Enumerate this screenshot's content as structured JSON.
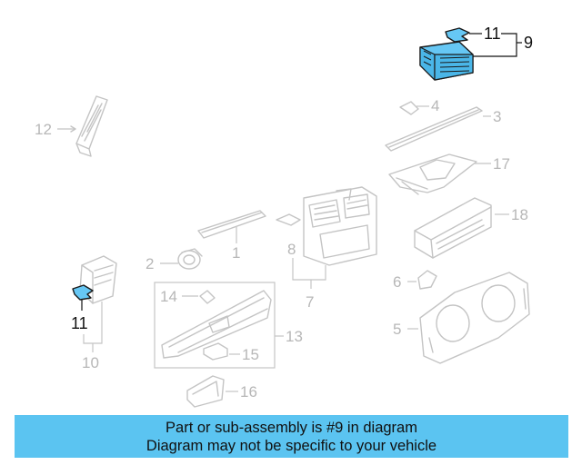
{
  "diagram": {
    "callouts": {
      "c1": "1",
      "c2": "2",
      "c3": "3",
      "c4": "4",
      "c5": "5",
      "c6": "6",
      "c7": "7",
      "c8": "8",
      "c9": "9",
      "c10": "10",
      "c11a": "11",
      "c11b": "11",
      "c12": "12",
      "c13": "13",
      "c14": "14",
      "c15": "15",
      "c16": "16",
      "c17": "17",
      "c18": "18"
    },
    "highlight_color": "#5bc4f1",
    "highlighted_part": "9"
  },
  "banner": {
    "line1": "Part or sub-assembly is #9 in diagram",
    "line2": "Diagram may not be specific to your vehicle",
    "color": "#5bc4f1"
  }
}
